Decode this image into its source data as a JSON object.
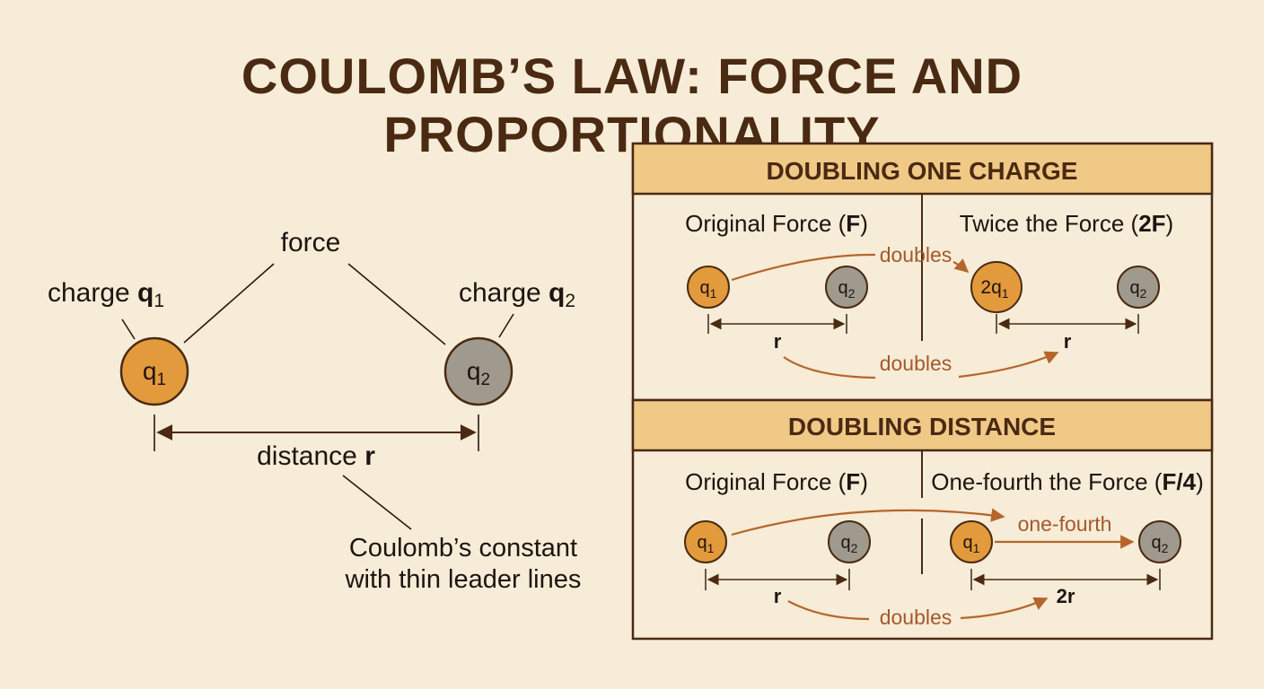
{
  "title": "COULOMB’S LAW: FORCE AND PROPORTIONALITY",
  "colors": {
    "background": "#f6ecd7",
    "charge1": "#e39a3c",
    "charge2": "#a09a8e",
    "header_fill": "#f0c987",
    "line": "#4a2a12",
    "arrow_accent": "#b5652b"
  },
  "left": {
    "force_label": "force",
    "charge1_label": {
      "text": "charge ",
      "bold": "q",
      "sub": "1"
    },
    "charge2_label": {
      "text": "charge ",
      "bold": "q",
      "sub": "2"
    },
    "charge1_symbol": {
      "base": "q",
      "sub": "1"
    },
    "charge2_symbol": {
      "base": "q",
      "sub": "2"
    },
    "distance_label": {
      "text": "distance ",
      "bold": "r"
    },
    "constant_note": [
      "Coulomb’s constant",
      "with thin leader lines"
    ]
  },
  "panels": {
    "doubling_charge": {
      "header": "DOUBLING ONE CHARGE",
      "left_caption": {
        "text": "Original Force (",
        "bold": "F",
        "end": ")"
      },
      "right_caption": {
        "text": "Twice the Force (",
        "bold": "2F",
        "end": ")"
      },
      "left_q1": {
        "base": "q",
        "sub": "1"
      },
      "left_q2": {
        "base": "q",
        "sub": "2"
      },
      "right_q1": {
        "base": "2q",
        "sub": "1"
      },
      "right_q2": {
        "base": "q",
        "sub": "2"
      },
      "left_distance": "r",
      "right_distance": "r",
      "top_arrow_label": "doubles",
      "bottom_arrow_label": "doubles"
    },
    "doubling_distance": {
      "header": "DOUBLING DISTANCE",
      "left_caption": {
        "text": "Original Force (",
        "bold": "F",
        "end": ")"
      },
      "right_caption": {
        "text": "One-fourth the Force (",
        "bold": "F/4",
        "end": ")"
      },
      "left_q1": {
        "base": "q",
        "sub": "1"
      },
      "left_q2": {
        "base": "q",
        "sub": "2"
      },
      "right_q1": {
        "base": "q",
        "sub": "1"
      },
      "right_q2": {
        "base": "q",
        "sub": "2"
      },
      "left_distance": "r",
      "right_distance": "2r",
      "top_arrow_label": "one-fourth",
      "bottom_arrow_label": "doubles"
    }
  }
}
